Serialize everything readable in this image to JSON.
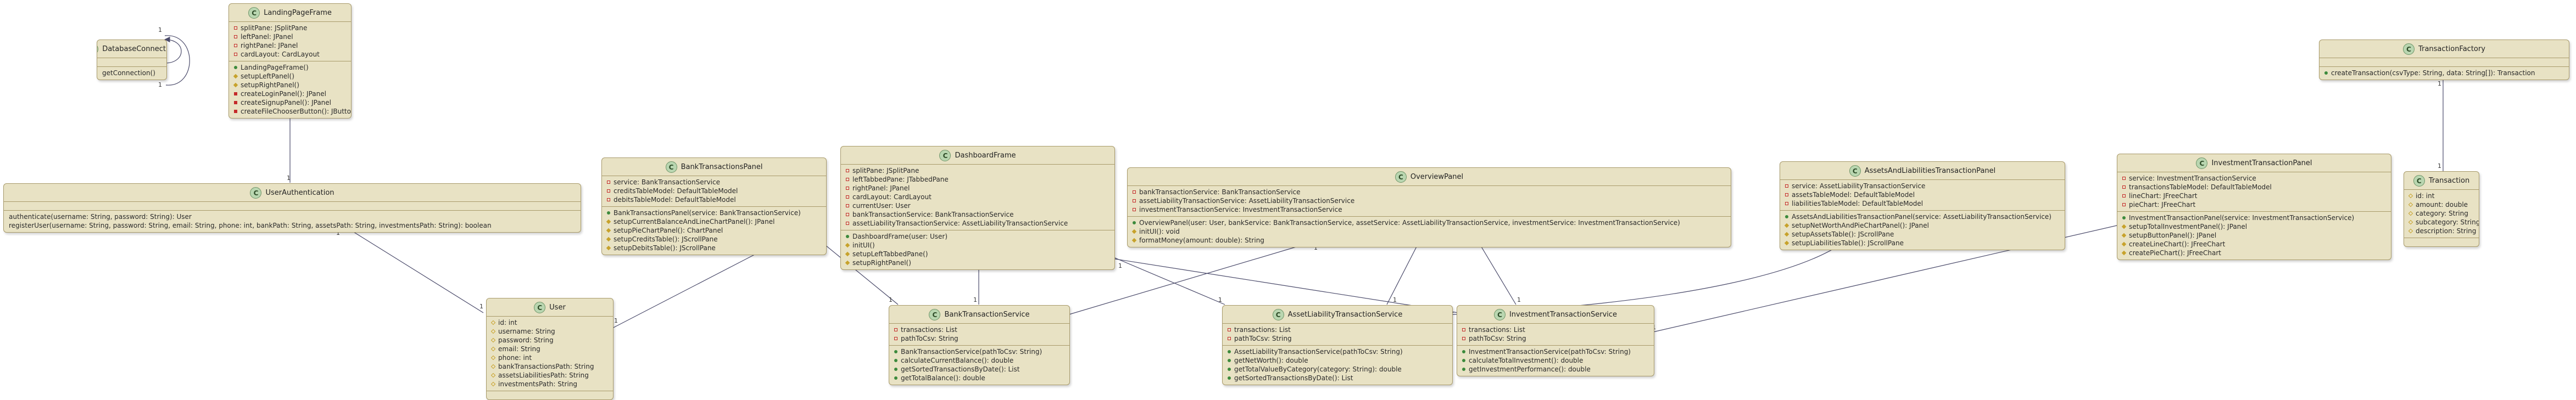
{
  "classes": {
    "landing_page_frame": {
      "name": "LandingPageFrame",
      "fields": [
        {
          "vis": "private",
          "text": "splitPane: JSplitPane"
        },
        {
          "vis": "private",
          "text": "leftPanel: JPanel"
        },
        {
          "vis": "private",
          "text": "rightPanel: JPanel"
        },
        {
          "vis": "private",
          "text": "cardLayout: CardLayout"
        }
      ],
      "methods": [
        {
          "vis": "public",
          "text": "LandingPageFrame()"
        },
        {
          "vis": "protected",
          "text": "setupLeftPanel()"
        },
        {
          "vis": "protected",
          "text": "setupRightPanel()"
        },
        {
          "vis": "private-method",
          "text": "createLoginPanel(): JPanel"
        },
        {
          "vis": "private-method",
          "text": "createSignupPanel(): JPanel"
        },
        {
          "vis": "private-method",
          "text": "createFileChooserButton(): JButton"
        }
      ]
    },
    "database_connection": {
      "name": "DatabaseConnection",
      "fields": [],
      "methods": [
        {
          "vis": "none",
          "text": "getConnection()"
        }
      ]
    },
    "user_authentication": {
      "name": "UserAuthentication",
      "fields": [],
      "methods": [
        {
          "vis": "none",
          "text": "authenticate(username: String, password: String): User"
        },
        {
          "vis": "none",
          "text": "registerUser(username: String, password: String, email: String, phone: int, bankPath: String, assetsPath: String, investmentsPath: String): boolean"
        }
      ]
    },
    "user": {
      "name": "User",
      "fields": [
        {
          "vis": "protected-field",
          "text": "id:  int"
        },
        {
          "vis": "protected-field",
          "text": "username: String"
        },
        {
          "vis": "protected-field",
          "text": "password: String"
        },
        {
          "vis": "protected-field",
          "text": "email: String"
        },
        {
          "vis": "protected-field",
          "text": "phone: int"
        },
        {
          "vis": "protected-field",
          "text": "bankTransactionsPath: String"
        },
        {
          "vis": "protected-field",
          "text": "assetsLiabilitiesPath: String"
        },
        {
          "vis": "protected-field",
          "text": "investmentsPath: String"
        }
      ],
      "methods": []
    },
    "bank_transactions_panel": {
      "name": "BankTransactionsPanel",
      "fields": [
        {
          "vis": "private",
          "text": "service: BankTransactionService"
        },
        {
          "vis": "private",
          "text": "creditsTableModel: DefaultTableModel"
        },
        {
          "vis": "private",
          "text": "debitsTableModel: DefaultTableModel"
        }
      ],
      "methods": [
        {
          "vis": "public",
          "text": "BankTransactionsPanel(service: BankTransactionService)"
        },
        {
          "vis": "protected",
          "text": "setupCurrentBalanceAndLineChartPanel(): JPanel"
        },
        {
          "vis": "protected",
          "text": "setupPieChartPanel(): ChartPanel"
        },
        {
          "vis": "protected",
          "text": "setupCreditsTable(): JScrollPane"
        },
        {
          "vis": "protected",
          "text": "setupDebitsTable(): JScrollPane"
        }
      ]
    },
    "dashboard_frame": {
      "name": "DashboardFrame",
      "fields": [
        {
          "vis": "private",
          "text": "splitPane: JSplitPane"
        },
        {
          "vis": "private",
          "text": "leftTabbedPane: JTabbedPane"
        },
        {
          "vis": "private",
          "text": "rightPanel: JPanel"
        },
        {
          "vis": "private",
          "text": "cardLayout: CardLayout"
        },
        {
          "vis": "private",
          "text": "currentUser: User"
        },
        {
          "vis": "private",
          "text": "bankTransactionService: BankTransactionService"
        },
        {
          "vis": "private",
          "text": "assetLiabilityTransactionService: AssetLiabilityTransactionService"
        }
      ],
      "methods": [
        {
          "vis": "public",
          "text": "DashboardFrame(user: User)"
        },
        {
          "vis": "protected",
          "text": "initUI()"
        },
        {
          "vis": "protected",
          "text": "setupLeftTabbedPane()"
        },
        {
          "vis": "protected",
          "text": "setupRightPanel()"
        }
      ]
    },
    "bank_transaction_service": {
      "name": "BankTransactionService",
      "fields": [
        {
          "vis": "private",
          "text": "transactions: List"
        },
        {
          "vis": "private",
          "text": "pathToCsv: String"
        }
      ],
      "methods": [
        {
          "vis": "public",
          "text": "BankTransactionService(pathToCsv: String)"
        },
        {
          "vis": "public",
          "text": "calculateCurrentBalance(): double"
        },
        {
          "vis": "public",
          "text": "getSortedTransactionsByDate(): List"
        },
        {
          "vis": "public",
          "text": "getTotalBalance(): double"
        }
      ]
    },
    "overview_panel": {
      "name": "OverviewPanel",
      "fields": [
        {
          "vis": "private",
          "text": "bankTransactionService: BankTransactionService"
        },
        {
          "vis": "private",
          "text": "assetLiabilityTransactionService: AssetLiabilityTransactionService"
        },
        {
          "vis": "private",
          "text": "investmentTransactionService: InvestmentTransactionService"
        }
      ],
      "methods": [
        {
          "vis": "public",
          "text": "OverviewPanel(user: User, bankService: BankTransactionService, assetService: AssetLiabilityTransactionService, investmentService: InvestmentTransactionService)"
        },
        {
          "vis": "protected",
          "text": "initUI(): void"
        },
        {
          "vis": "protected",
          "text": "formatMoney(amount: double): String"
        }
      ]
    },
    "asset_liability_transaction_service": {
      "name": "AssetLiabilityTransactionService",
      "fields": [
        {
          "vis": "private",
          "text": "transactions: List"
        },
        {
          "vis": "private",
          "text": "pathToCsv: String"
        }
      ],
      "methods": [
        {
          "vis": "public",
          "text": "AssetLiabilityTransactionService(pathToCsv: String)"
        },
        {
          "vis": "public",
          "text": "getNetWorth(): double"
        },
        {
          "vis": "public",
          "text": "getTotalValueByCategory(category: String): double"
        },
        {
          "vis": "public",
          "text": "getSortedTransactionsByDate(): List"
        }
      ]
    },
    "investment_transaction_service": {
      "name": "InvestmentTransactionService",
      "fields": [
        {
          "vis": "private",
          "text": "transactions: List"
        },
        {
          "vis": "private",
          "text": "pathToCsv: String"
        }
      ],
      "methods": [
        {
          "vis": "public",
          "text": "InvestmentTransactionService(pathToCsv: String)"
        },
        {
          "vis": "public",
          "text": "calculateTotalInvestment(): double"
        },
        {
          "vis": "public",
          "text": "getInvestmentPerformance(): double"
        }
      ]
    },
    "assets_liabilities_panel": {
      "name": "AssetsAndLiabilitiesTransactionPanel",
      "fields": [
        {
          "vis": "private",
          "text": "service: AssetLiabilityTransactionService"
        },
        {
          "vis": "private",
          "text": "assetsTableModel: DefaultTableModel"
        },
        {
          "vis": "private",
          "text": "liabilitiesTableModel: DefaultTableModel"
        }
      ],
      "methods": [
        {
          "vis": "public",
          "text": "AssetsAndLiabilitiesTransactionPanel(service: AssetLiabilityTransactionService)"
        },
        {
          "vis": "protected",
          "text": "setupNetWorthAndPieChartPanel(): JPanel"
        },
        {
          "vis": "protected",
          "text": "setupAssetsTable(): JScrollPane"
        },
        {
          "vis": "protected",
          "text": "setupLiabilitiesTable(): JScrollPane"
        }
      ]
    },
    "investment_transaction_panel": {
      "name": "InvestmentTransactionPanel",
      "fields": [
        {
          "vis": "private",
          "text": "service: InvestmentTransactionService"
        },
        {
          "vis": "private",
          "text": "transactionsTableModel: DefaultTableModel"
        },
        {
          "vis": "private",
          "text": "lineChart: JFreeChart"
        },
        {
          "vis": "private",
          "text": "pieChart: JFreeChart"
        }
      ],
      "methods": [
        {
          "vis": "public",
          "text": "InvestmentTransactionPanel(service: InvestmentTransactionService)"
        },
        {
          "vis": "protected",
          "text": "setupTotalInvestmentPanel(): JPanel"
        },
        {
          "vis": "protected",
          "text": "setupButtonPanel(): JPanel"
        },
        {
          "vis": "protected",
          "text": "createLineChart(): JFreeChart"
        },
        {
          "vis": "protected",
          "text": "createPieChart(): JFreeChart"
        }
      ]
    },
    "transaction_factory": {
      "name": "TransactionFactory",
      "fields": [],
      "methods": [
        {
          "vis": "public",
          "text": "createTransaction(csvType: String, data: String[]): Transaction"
        }
      ]
    },
    "transaction": {
      "name": "Transaction",
      "fields": [
        {
          "vis": "protected-field",
          "text": "id:  int"
        },
        {
          "vis": "protected-field",
          "text": "amount: double"
        },
        {
          "vis": "protected-field",
          "text": "category: String"
        },
        {
          "vis": "protected-field",
          "text": "subcategory: String"
        },
        {
          "vis": "protected-field",
          "text": "description: String"
        }
      ],
      "methods": []
    }
  },
  "class_icon_letter": "C",
  "multiplicity": "1",
  "colors": {
    "class_fill": "#e8e2c4",
    "border": "#a89a6a",
    "edge": "#4a4a6a"
  }
}
